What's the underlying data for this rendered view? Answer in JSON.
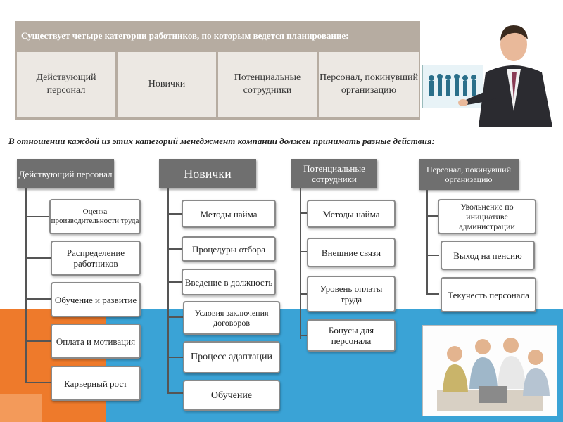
{
  "top": {
    "header": "Существует четыре категории работников, по которым ведется планирование:",
    "categories": [
      "Действующий персонал",
      "Новички",
      "Потенциальные сотрудники",
      "Персонал, покинувший организацию"
    ]
  },
  "subtitle": "В отношении каждой из этих категорий менеджмент компании должен принимать разные действия:",
  "columns": [
    {
      "head": "Действующий персонал",
      "items": [
        "Оценка производительности труда",
        "Распределение работников",
        "Обучение и развитие",
        "Оплата и мотивация",
        "Карьерный рост"
      ]
    },
    {
      "head": "Новички",
      "items": [
        "Методы найма",
        "Процедуры отбора",
        "Введение в должность",
        "Условия заключения договоров",
        "Процесс адаптации",
        "Обучение"
      ]
    },
    {
      "head": "Потенциальные сотрудники",
      "items": [
        "Методы найма",
        "Внешние связи",
        "Уровень оплаты труда",
        "Бонусы для персонала"
      ]
    },
    {
      "head": "Персонал, покинувший организацию",
      "items": [
        "Увольнение по инициативе администрации",
        "Выход на пенсию",
        "Текучесть персонала"
      ]
    }
  ],
  "colors": {
    "head_bg": "#6f6f6f",
    "top_bg": "#b6aca1",
    "cell_bg": "#ece8e3",
    "blue": "#3aa3d6",
    "orange": "#ee7a2b"
  }
}
